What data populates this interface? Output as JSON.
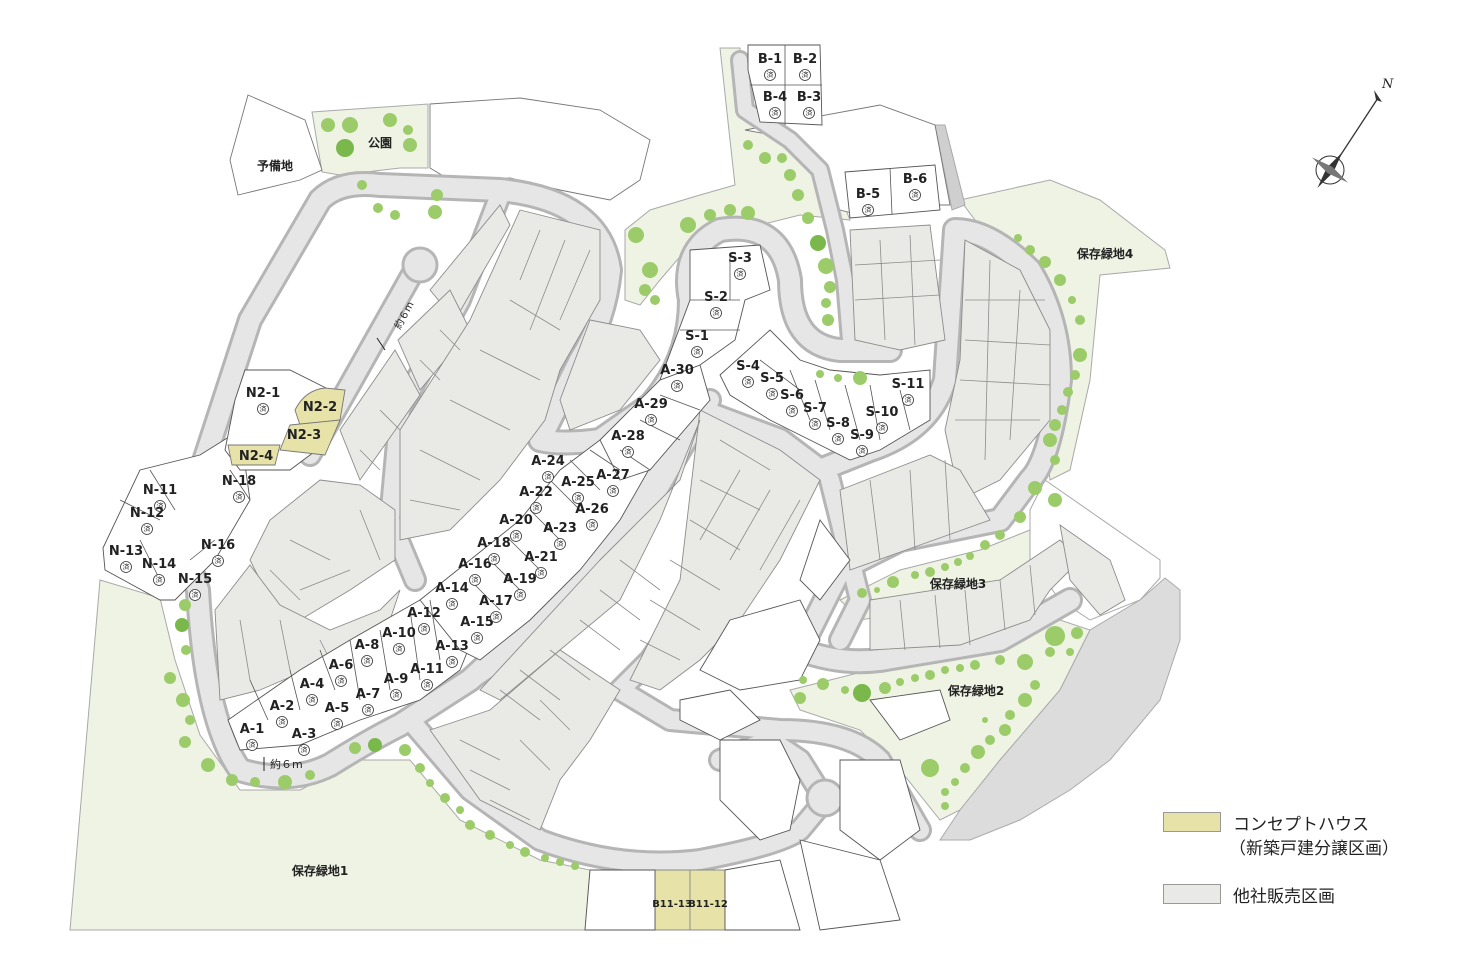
{
  "areas": {
    "reserve": "予備地",
    "park": "公園",
    "green1": "保存緑地1",
    "green2": "保存緑地2",
    "green3": "保存緑地3",
    "green4": "保存緑地4"
  },
  "distance_labels": [
    "約６m",
    "約６m"
  ],
  "sold_mark": "済",
  "compass": {
    "north": "N"
  },
  "lots": {
    "a_lots": [
      "A-1",
      "A-2",
      "A-3",
      "A-4",
      "A-5",
      "A-6",
      "A-7",
      "A-8",
      "A-9",
      "A-10",
      "A-11",
      "A-12",
      "A-13",
      "A-14",
      "A-15",
      "A-16",
      "A-17",
      "A-18",
      "A-19",
      "A-20",
      "A-21",
      "A-22",
      "A-23",
      "A-24",
      "A-25",
      "A-26",
      "A-27",
      "A-28",
      "A-29",
      "A-30"
    ],
    "s_lots": [
      "S-1",
      "S-2",
      "S-3",
      "S-4",
      "S-5",
      "S-6",
      "S-7",
      "S-8",
      "S-9",
      "S-10",
      "S-11"
    ],
    "n_lots": [
      "N-11",
      "N-12",
      "N-13",
      "N-14",
      "N-15",
      "N-16",
      "N-18"
    ],
    "n2_lots": [
      "N2-1",
      "N2-2",
      "N2-3",
      "N2-4"
    ],
    "b_lots": [
      "B-1",
      "B-2",
      "B-3",
      "B-4",
      "B-5",
      "B-6"
    ],
    "b11_lots": [
      "B11-13",
      "B11-12"
    ]
  },
  "legend": {
    "concept_line1": "コンセプトハウス",
    "concept_line2": "（新築戸建分譲区画）",
    "other": "他社販売区画"
  },
  "colors": {
    "concept": "#e6e2a8",
    "other_company": "#e9e9e5",
    "green_area": "#eef3e4",
    "tree": "#9ccc6a"
  }
}
